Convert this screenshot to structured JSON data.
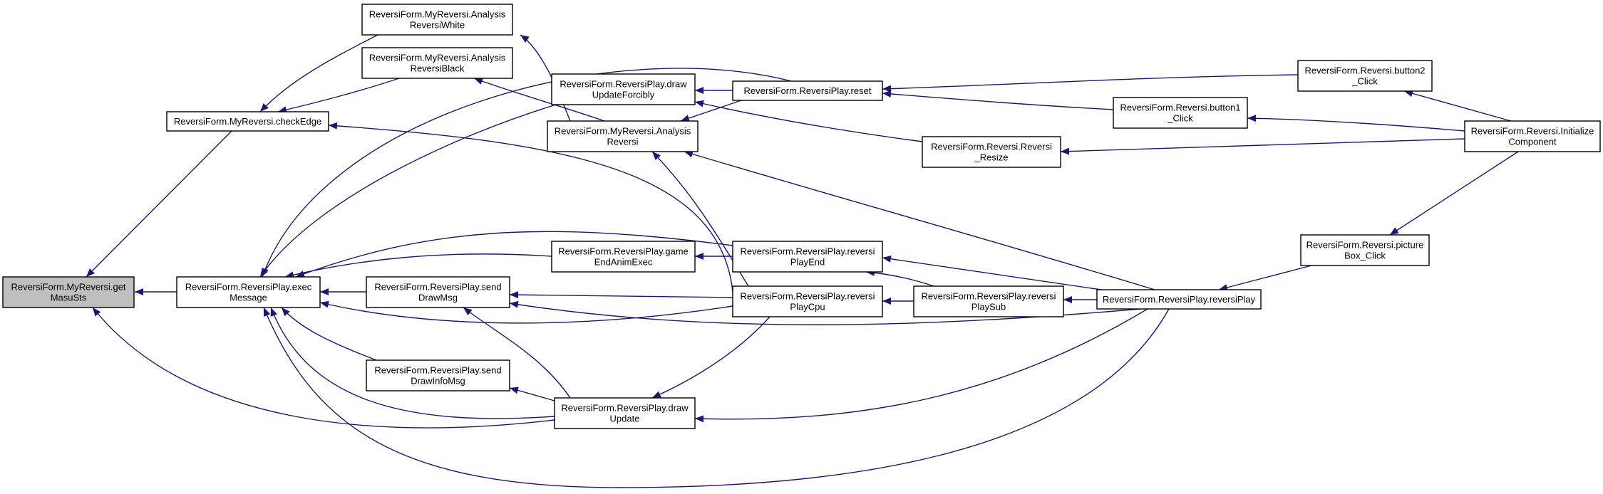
{
  "diagram": {
    "type": "call-graph",
    "nodes": [
      {
        "id": "getMasuSts",
        "lines": [
          "ReversiForm.MyReversi.get",
          "MasuSts"
        ],
        "focus": true
      },
      {
        "id": "execMessage",
        "lines": [
          "ReversiForm.ReversiPlay.exec",
          "Message"
        ]
      },
      {
        "id": "checkEdge",
        "lines": [
          "ReversiForm.MyReversi.checkEdge"
        ]
      },
      {
        "id": "analysisWhite",
        "lines": [
          "ReversiForm.MyReversi.Analysis",
          "ReversiWhite"
        ]
      },
      {
        "id": "analysisBlack",
        "lines": [
          "ReversiForm.MyReversi.Analysis",
          "ReversiBlack"
        ]
      },
      {
        "id": "drawUpdateForcibly",
        "lines": [
          "ReversiForm.ReversiPlay.draw",
          "UpdateForcibly"
        ]
      },
      {
        "id": "analysisReversi",
        "lines": [
          "ReversiForm.MyReversi.Analysis",
          "Reversi"
        ]
      },
      {
        "id": "gameEndAnimExec",
        "lines": [
          "ReversiForm.ReversiPlay.game",
          "EndAnimExec"
        ]
      },
      {
        "id": "sendDrawMsg",
        "lines": [
          "ReversiForm.ReversiPlay.send",
          "DrawMsg"
        ]
      },
      {
        "id": "sendDrawInfoMsg",
        "lines": [
          "ReversiForm.ReversiPlay.send",
          "DrawInfoMsg"
        ]
      },
      {
        "id": "drawUpdate",
        "lines": [
          "ReversiForm.ReversiPlay.draw",
          "Update"
        ]
      },
      {
        "id": "reset",
        "lines": [
          "ReversiForm.ReversiPlay.reset"
        ]
      },
      {
        "id": "reversiPlayEnd",
        "lines": [
          "ReversiForm.ReversiPlay.reversi",
          "PlayEnd"
        ]
      },
      {
        "id": "reversiPlayCpu",
        "lines": [
          "ReversiForm.ReversiPlay.reversi",
          "PlayCpu"
        ]
      },
      {
        "id": "reversiResize",
        "lines": [
          "ReversiForm.Reversi.Reversi",
          "_Resize"
        ]
      },
      {
        "id": "reversiPlaySub",
        "lines": [
          "ReversiForm.ReversiPlay.reversi",
          "PlaySub"
        ]
      },
      {
        "id": "button1Click",
        "lines": [
          "ReversiForm.Reversi.button1",
          "_Click"
        ]
      },
      {
        "id": "reversiPlay",
        "lines": [
          "ReversiForm.ReversiPlay.reversiPlay"
        ]
      },
      {
        "id": "button2Click",
        "lines": [
          "ReversiForm.Reversi.button2",
          "_Click"
        ]
      },
      {
        "id": "pictureBoxClick",
        "lines": [
          "ReversiForm.Reversi.picture",
          "Box_Click"
        ]
      },
      {
        "id": "initializeComponent",
        "lines": [
          "ReversiForm.Reversi.Initialize",
          "Component"
        ]
      }
    ],
    "edges": [
      {
        "from": "execMessage",
        "to": "getMasuSts"
      },
      {
        "from": "checkEdge",
        "to": "getMasuSts"
      },
      {
        "from": "drawUpdate",
        "to": "getMasuSts"
      },
      {
        "from": "analysisWhite",
        "to": "checkEdge"
      },
      {
        "from": "analysisBlack",
        "to": "checkEdge"
      },
      {
        "from": "reversiPlayCpu",
        "to": "checkEdge"
      },
      {
        "from": "drawUpdateForcibly",
        "to": "execMessage"
      },
      {
        "from": "reset",
        "to": "execMessage"
      },
      {
        "from": "gameEndAnimExec",
        "to": "execMessage"
      },
      {
        "from": "reversiPlayEnd",
        "to": "execMessage"
      },
      {
        "from": "sendDrawMsg",
        "to": "execMessage"
      },
      {
        "from": "reversiPlayCpu",
        "to": "execMessage"
      },
      {
        "from": "sendDrawInfoMsg",
        "to": "execMessage"
      },
      {
        "from": "drawUpdate",
        "to": "execMessage"
      },
      {
        "from": "reversiPlay",
        "to": "execMessage"
      },
      {
        "from": "analysisReversi",
        "to": "analysisWhite"
      },
      {
        "from": "analysisReversi",
        "to": "analysisBlack"
      },
      {
        "from": "reset",
        "to": "drawUpdateForcibly"
      },
      {
        "from": "reversiResize",
        "to": "drawUpdateForcibly"
      },
      {
        "from": "reset",
        "to": "analysisReversi"
      },
      {
        "from": "reversiPlayCpu",
        "to": "analysisReversi"
      },
      {
        "from": "reversiPlay",
        "to": "analysisReversi"
      },
      {
        "from": "reversiPlayEnd",
        "to": "gameEndAnimExec"
      },
      {
        "from": "reversiPlayCpu",
        "to": "sendDrawMsg"
      },
      {
        "from": "drawUpdate",
        "to": "sendDrawMsg"
      },
      {
        "from": "reversiPlay",
        "to": "sendDrawMsg"
      },
      {
        "from": "drawUpdate",
        "to": "sendDrawInfoMsg"
      },
      {
        "from": "reversiPlayCpu",
        "to": "drawUpdate"
      },
      {
        "from": "reversiPlay",
        "to": "drawUpdate"
      },
      {
        "from": "button2Click",
        "to": "reset"
      },
      {
        "from": "button1Click",
        "to": "reset"
      },
      {
        "from": "reversiPlaySub",
        "to": "reversiPlayEnd"
      },
      {
        "from": "reversiPlay",
        "to": "reversiPlayEnd"
      },
      {
        "from": "reversiPlaySub",
        "to": "reversiPlayCpu"
      },
      {
        "from": "initializeComponent",
        "to": "reversiResize"
      },
      {
        "from": "reversiPlay",
        "to": "reversiPlaySub"
      },
      {
        "from": "initializeComponent",
        "to": "button1Click"
      },
      {
        "from": "pictureBoxClick",
        "to": "reversiPlay"
      },
      {
        "from": "initializeComponent",
        "to": "button2Click"
      },
      {
        "from": "initializeComponent",
        "to": "pictureBoxClick"
      }
    ]
  }
}
